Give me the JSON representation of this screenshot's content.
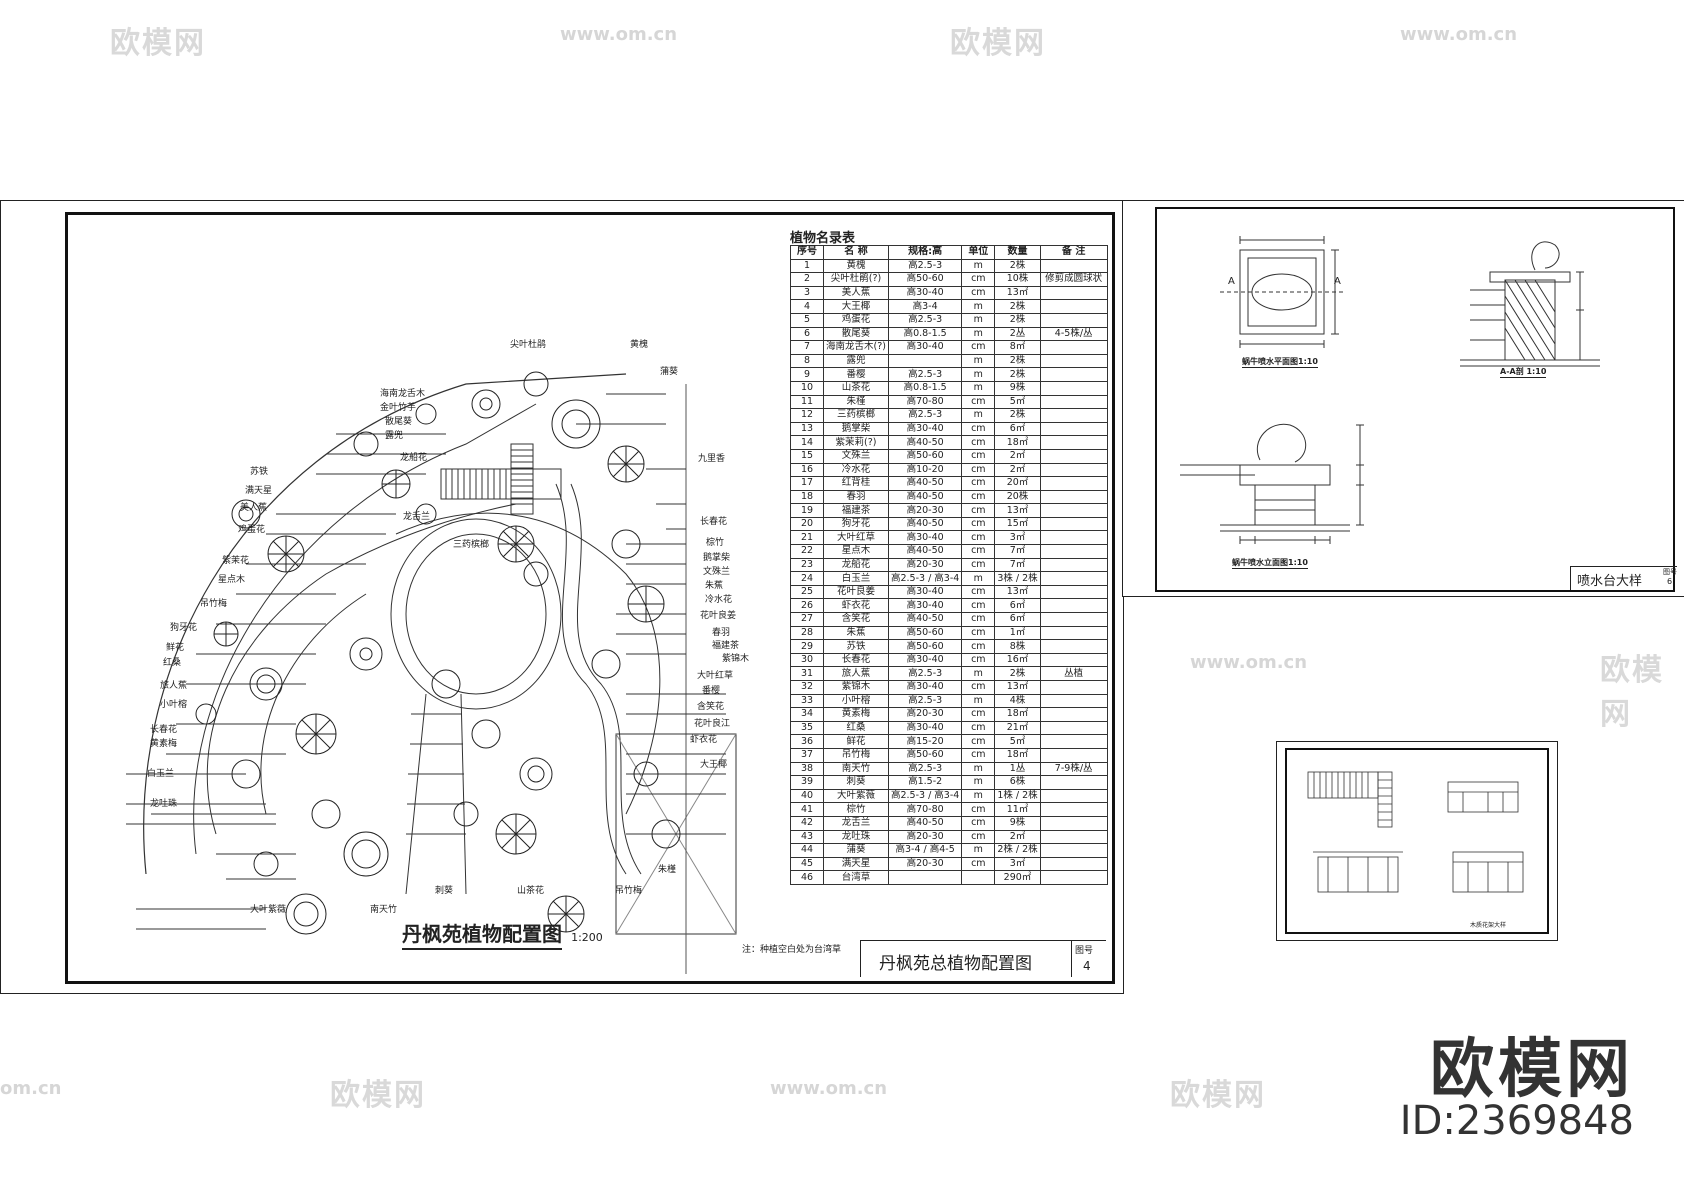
{
  "watermark": {
    "brand": "欧模网",
    "url": "www.om.cn",
    "url_short": "om.cn"
  },
  "brand_corner": {
    "logo_text": "欧模网",
    "id_text": "ID:2369848"
  },
  "main_sheet": {
    "plan_title": "丹枫苑植物配置图",
    "plan_scale": "1:200",
    "table_title": "植物名录表",
    "table_headers": [
      "序号",
      "名 称",
      "规格:高",
      "单位",
      "数量",
      "备 注"
    ],
    "rows": [
      [
        "1",
        "黄槐",
        "高2.5-3",
        "m",
        "2株",
        ""
      ],
      [
        "2",
        "尖叶杜鹃(?)",
        "高50-60",
        "cm",
        "10株",
        "修剪成圆球状"
      ],
      [
        "3",
        "美人蕉",
        "高30-40",
        "cm",
        "13㎡",
        ""
      ],
      [
        "4",
        "大王椰",
        "高3-4",
        "m",
        "2株",
        ""
      ],
      [
        "5",
        "鸡蛋花",
        "高2.5-3",
        "m",
        "2株",
        ""
      ],
      [
        "6",
        "散尾葵",
        "高0.8-1.5",
        "m",
        "2丛",
        "4-5株/丛"
      ],
      [
        "7",
        "海南龙舌木(?)",
        "高30-40",
        "cm",
        "8㎡",
        ""
      ],
      [
        "8",
        "露兜",
        "",
        "m",
        "2株",
        ""
      ],
      [
        "9",
        "番樱",
        "高2.5-3",
        "m",
        "2株",
        ""
      ],
      [
        "10",
        "山茶花",
        "高0.8-1.5",
        "m",
        "9株",
        ""
      ],
      [
        "11",
        "朱槿",
        "高70-80",
        "cm",
        "5㎡",
        ""
      ],
      [
        "12",
        "三药槟榔",
        "高2.5-3",
        "m",
        "2株",
        ""
      ],
      [
        "13",
        "鹅掌柴",
        "高30-40",
        "cm",
        "6㎡",
        ""
      ],
      [
        "14",
        "紫茉莉(?)",
        "高40-50",
        "cm",
        "18㎡",
        ""
      ],
      [
        "15",
        "文殊兰",
        "高50-60",
        "cm",
        "2㎡",
        ""
      ],
      [
        "16",
        "冷水花",
        "高10-20",
        "cm",
        "2㎡",
        ""
      ],
      [
        "17",
        "红背桂",
        "高40-50",
        "cm",
        "20㎡",
        ""
      ],
      [
        "18",
        "春羽",
        "高40-50",
        "cm",
        "20株",
        ""
      ],
      [
        "19",
        "福建茶",
        "高20-30",
        "cm",
        "13㎡",
        ""
      ],
      [
        "20",
        "狗牙花",
        "高40-50",
        "cm",
        "15㎡",
        ""
      ],
      [
        "21",
        "大叶红草",
        "高30-40",
        "cm",
        "3㎡",
        ""
      ],
      [
        "22",
        "星点木",
        "高40-50",
        "cm",
        "7㎡",
        ""
      ],
      [
        "23",
        "龙船花",
        "高20-30",
        "cm",
        "7㎡",
        ""
      ],
      [
        "24",
        "白玉兰",
        "高2.5-3 / 高3-4",
        "m",
        "3株 / 2株",
        ""
      ],
      [
        "25",
        "花叶良姜",
        "高30-40",
        "cm",
        "13㎡",
        ""
      ],
      [
        "26",
        "虾衣花",
        "高30-40",
        "cm",
        "6㎡",
        ""
      ],
      [
        "27",
        "含笑花",
        "高40-50",
        "cm",
        "6㎡",
        ""
      ],
      [
        "28",
        "朱蕉",
        "高50-60",
        "cm",
        "1㎡",
        ""
      ],
      [
        "29",
        "苏铁",
        "高50-60",
        "cm",
        "8株",
        ""
      ],
      [
        "30",
        "长春花",
        "高30-40",
        "cm",
        "16㎡",
        ""
      ],
      [
        "31",
        "旅人蕉",
        "高2.5-3",
        "m",
        "2株",
        "丛植"
      ],
      [
        "32",
        "紫锦木",
        "高30-40",
        "cm",
        "13㎡",
        ""
      ],
      [
        "33",
        "小叶榕",
        "高2.5-3",
        "m",
        "4株",
        ""
      ],
      [
        "34",
        "黄素梅",
        "高20-30",
        "cm",
        "18㎡",
        ""
      ],
      [
        "35",
        "红桑",
        "高30-40",
        "cm",
        "21㎡",
        ""
      ],
      [
        "36",
        "鲜花",
        "高15-20",
        "cm",
        "5㎡",
        ""
      ],
      [
        "37",
        "吊竹梅",
        "高50-60",
        "cm",
        "18㎡",
        ""
      ],
      [
        "38",
        "南天竹",
        "高2.5-3",
        "m",
        "1丛",
        "7-9株/丛"
      ],
      [
        "39",
        "刺葵",
        "高1.5-2",
        "m",
        "6株",
        ""
      ],
      [
        "40",
        "大叶紫薇",
        "高2.5-3 / 高3-4",
        "m",
        "1株 / 2株",
        ""
      ],
      [
        "41",
        "棕竹",
        "高70-80",
        "cm",
        "11㎡",
        ""
      ],
      [
        "42",
        "龙舌兰",
        "高40-50",
        "cm",
        "9株",
        ""
      ],
      [
        "43",
        "龙吐珠",
        "高20-30",
        "cm",
        "2㎡",
        ""
      ],
      [
        "44",
        "蒲葵",
        "高3-4 / 高4-5",
        "m",
        "2株 / 2株",
        ""
      ],
      [
        "45",
        "满天星",
        "高20-30",
        "cm",
        "3㎡",
        ""
      ],
      [
        "46",
        "台湾草",
        "",
        "",
        "290㎡",
        ""
      ]
    ],
    "note": "注：种植空白处为台湾草",
    "footer_title": "丹枫苑总植物配置图",
    "figure_no_label": "图号",
    "figure_no": "4",
    "plan_labels": [
      "尖叶杜鹃",
      "黄槐",
      "蒲葵",
      "海南龙舌木",
      "金叶竹芋",
      "散尾葵",
      "露兜",
      "龙船花",
      "苏铁",
      "满天星",
      "美人蕉",
      "鸡蛋花",
      "紫茉花",
      "星点木",
      "吊竹梅",
      "狗牙花",
      "鲜花",
      "红桑",
      "旅人蕉",
      "小叶榕",
      "长春花",
      "黄素梅",
      "白玉兰",
      "龙吐珠",
      "大叶紫薇",
      "南天竹",
      "刺葵",
      "山茶花",
      "吊竹梅",
      "朱槿",
      "三药槟榔",
      "龙舌兰",
      "九里香",
      "长春花",
      "棕竹",
      "鹅掌柴",
      "文殊兰",
      "朱蕉",
      "冷水花",
      "花叶良姜",
      "春羽",
      "福建茶",
      "紫锦木",
      "大叶红草",
      "番樱",
      "含笑花",
      "花叶良江",
      "虾衣花",
      "大王椰"
    ]
  },
  "fountain_sheet": {
    "title": "喷水台大样",
    "figure_no_label": "图号",
    "figure_no": "6",
    "plan_caption": "蜗牛喷水平面图1:10",
    "section_caption": "A-A剖 1:10",
    "elevation_caption": "蜗牛喷水立面图1:10",
    "section_mark": "A"
  },
  "trellis_sheet": {
    "title": "木质花架大样"
  }
}
